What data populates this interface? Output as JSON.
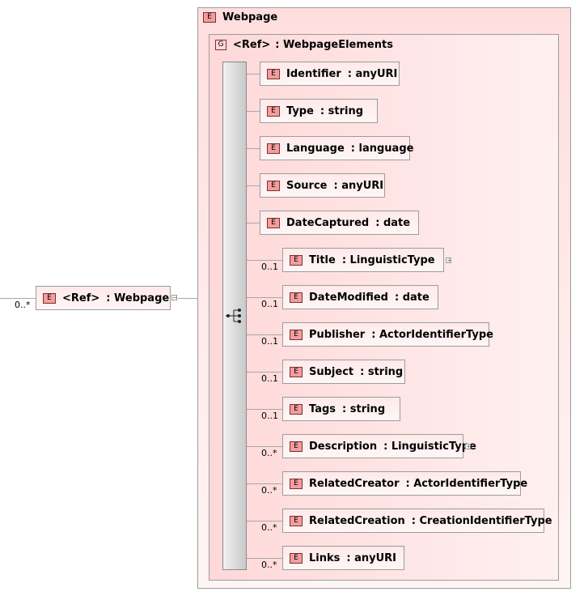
{
  "root": {
    "multiplicity": "0..*",
    "tag": "E",
    "name": "<Ref>",
    "type": ": Webpage",
    "collapse_glyph": "−"
  },
  "webpage": {
    "tag": "E",
    "title": "Webpage"
  },
  "group": {
    "tag": "G",
    "name": "<Ref>",
    "type": ": WebpageElements"
  },
  "children": [
    {
      "tag": "E",
      "name": "Identifier",
      "type": ": anyURI",
      "multiplicity": ""
    },
    {
      "tag": "E",
      "name": "Type",
      "type": ": string",
      "multiplicity": ""
    },
    {
      "tag": "E",
      "name": "Language",
      "type": ": language",
      "multiplicity": ""
    },
    {
      "tag": "E",
      "name": "Source",
      "type": ": anyURI",
      "multiplicity": ""
    },
    {
      "tag": "E",
      "name": "DateCaptured",
      "type": ": date",
      "multiplicity": ""
    },
    {
      "tag": "E",
      "name": "Title",
      "type": ": LinguisticType",
      "multiplicity": "0..1",
      "expandable": true
    },
    {
      "tag": "E",
      "name": "DateModified",
      "type": ": date",
      "multiplicity": "0..1"
    },
    {
      "tag": "E",
      "name": "Publisher",
      "type": ": ActorIdentifierType",
      "multiplicity": "0..1"
    },
    {
      "tag": "E",
      "name": "Subject",
      "type": ": string",
      "multiplicity": "0..1"
    },
    {
      "tag": "E",
      "name": "Tags",
      "type": ": string",
      "multiplicity": "0..1"
    },
    {
      "tag": "E",
      "name": "Description",
      "type": ": LinguisticType",
      "multiplicity": "0..*",
      "expandable": true
    },
    {
      "tag": "E",
      "name": "RelatedCreator",
      "type": ": ActorIdentifierType",
      "multiplicity": "0..*"
    },
    {
      "tag": "E",
      "name": "RelatedCreation",
      "type": ": CreationIdentifierType",
      "multiplicity": "0..*"
    },
    {
      "tag": "E",
      "name": "Links",
      "type": ": anyURI",
      "multiplicity": "0..*"
    }
  ],
  "expand_glyph": "+",
  "colors": {
    "element_tag": "#f49d9d",
    "element_fill": "#ffe9e9",
    "border": "#9c9c9c",
    "connector": "#a8a8a8"
  }
}
